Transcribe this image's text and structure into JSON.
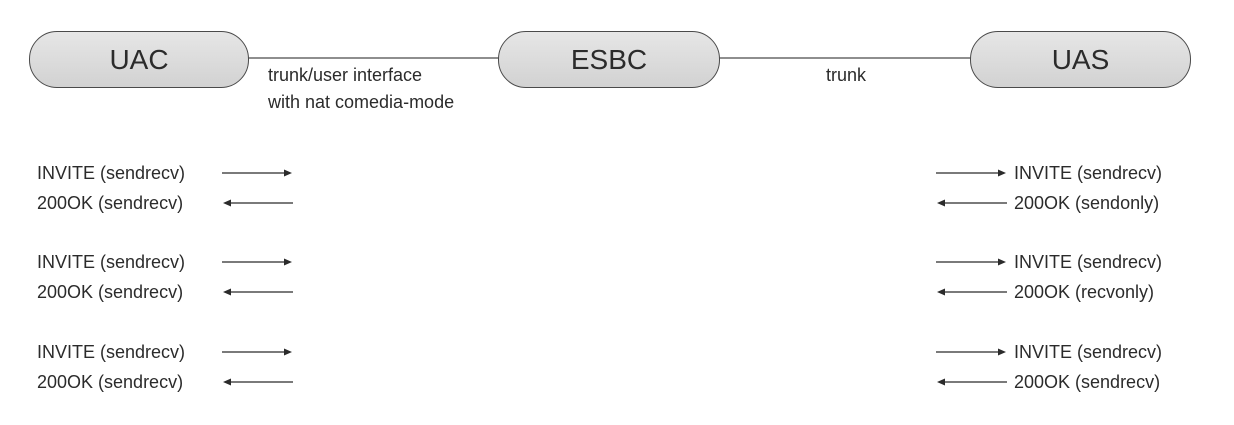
{
  "nodes": {
    "uac": "UAC",
    "esbc": "ESBC",
    "uas": "UAS"
  },
  "connections": {
    "uac_esbc": [
      "trunk/user interface",
      "with nat comedia-mode"
    ],
    "esbc_uas": "trunk"
  },
  "exchanges": [
    {
      "left_invite": "INVITE (sendrecv)",
      "left_200ok": "200OK (sendrecv)",
      "right_invite": "INVITE (sendrecv)",
      "right_200ok": "200OK (sendonly)"
    },
    {
      "left_invite": "INVITE (sendrecv)",
      "left_200ok": "200OK (sendrecv)",
      "right_invite": "INVITE (sendrecv)",
      "right_200ok": "200OK (recvonly)"
    },
    {
      "left_invite": "INVITE (sendrecv)",
      "left_200ok": "200OK (sendrecv)",
      "right_invite": "INVITE (sendrecv)",
      "right_200ok": "200OK (sendrecv)"
    }
  ]
}
